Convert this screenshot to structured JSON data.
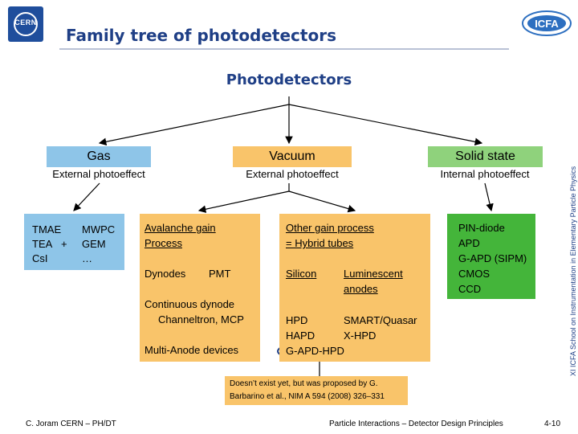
{
  "header": {
    "cern_logo_text": "CERN",
    "title": "Family tree of photodetectors",
    "icfa_logo_text": "ICFA"
  },
  "root": {
    "label": "Photodetectors"
  },
  "categories": {
    "gas": {
      "label": "Gas",
      "sublabel": "External photoeffect"
    },
    "vacuum": {
      "label": "Vacuum",
      "sublabel": "External photoeffect"
    },
    "solid": {
      "label": "Solid state",
      "sublabel": "Internal photoeffect"
    }
  },
  "gas_panel": {
    "left": [
      "TMAE",
      "TEA",
      "CsI"
    ],
    "plus": "+",
    "right": [
      "MWPC",
      "GEM",
      "…"
    ]
  },
  "vacuum_panel": {
    "heading": "Avalanche gain",
    "heading2": "Process",
    "dynodes": "Dynodes",
    "pmt": "PMT",
    "cont1": "Continuous dynode",
    "cont2": "Channeltron, MCP",
    "multi": "Multi-Anode devices"
  },
  "hybrid_panel": {
    "heading": "Other gain process",
    "heading2": "= Hybrid tubes",
    "silicon": "Silicon",
    "lumin1": "Luminescent",
    "lumin2": "anodes",
    "hpd": "HPD",
    "hapd": "HAPD",
    "gapd": "G-APD-HPD",
    "smart": "SMART/Quasar",
    "xhpd": "X-HPD"
  },
  "solid_panel": {
    "items": [
      "PIN-diode",
      "APD",
      "G-APD (SIPM)",
      "CMOS",
      "CCD"
    ]
  },
  "footnote": {
    "line1": "Doesn’t exist yet, but was proposed by G.",
    "line2": "Barbarino et al., NIM A 594 (2008) 326–331"
  },
  "footer": {
    "author": "C. Joram  CERN – PH/DT",
    "course": "Particle Interactions – Detector Design Principles",
    "page": "4-10"
  },
  "side_text": "XI ICFA School on Instrumentation in Elementary Particle Physics",
  "colors": {
    "gas": "#8ec5e8",
    "vacuum": "#f9c46a",
    "solid_header": "#8fd27c",
    "solid_panel": "#44b53a",
    "title": "#1f3f86"
  }
}
